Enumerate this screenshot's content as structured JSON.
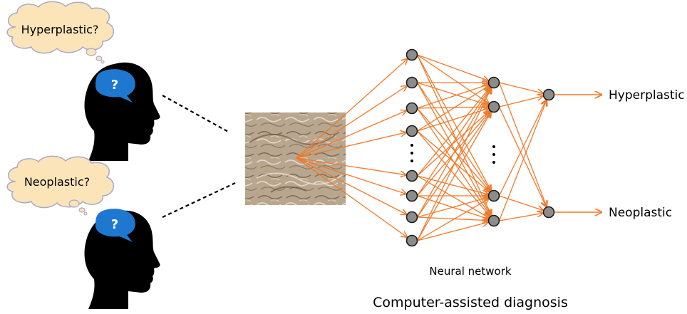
{
  "thoughts": {
    "top": "Hyperplastic?",
    "bottom": "Neoplastic?"
  },
  "question_mark": "?",
  "outputs": {
    "top": "Hyperplastic",
    "bottom": "Neoplastic"
  },
  "captions": {
    "network": "Neural network",
    "diagnosis": "Computer-assisted diagnosis"
  },
  "colors": {
    "connection": "#F07A2A",
    "node_fill": "#8C8C8C",
    "node_stroke": "#1A1A1A",
    "cloud_fill": "#FBE4B8",
    "cloud_stroke": "#A9A9C8",
    "brain": "#1F78D0",
    "head": "#000000"
  },
  "icons": [
    "thought-cloud-icon",
    "human-head-icon",
    "question-bubble-icon",
    "tissue-image"
  ]
}
